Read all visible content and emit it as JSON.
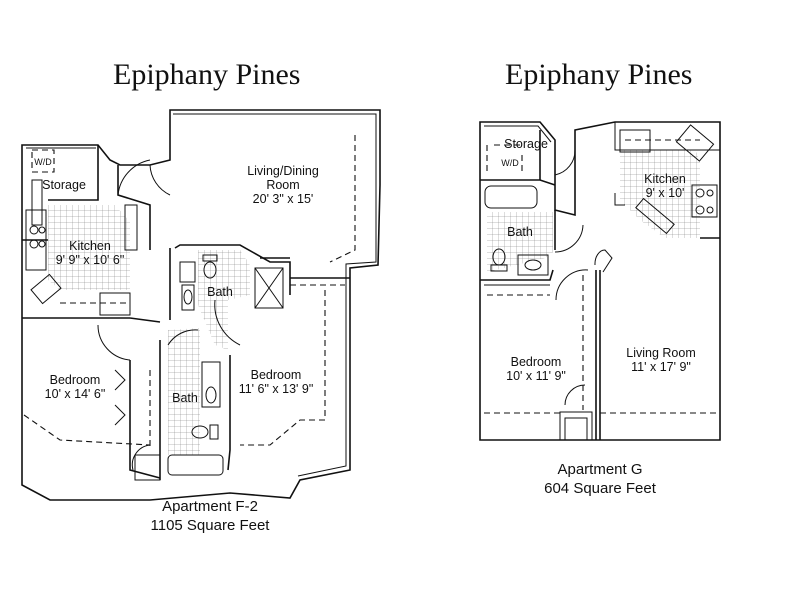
{
  "plans": [
    {
      "title": "Epiphany Pines",
      "apartment": "Apartment F-2",
      "area": "1105 Square Feet",
      "rooms": {
        "living_name": "Living/Dining",
        "living_name2": "Room",
        "living_dim": "20' 3\" x 15'",
        "storage": "Storage",
        "wd": "W/D",
        "kitchen": "Kitchen",
        "kitchen_dim": "9' 9\" x 10' 6\"",
        "bath1": "Bath",
        "bath2": "Bath",
        "bedroom1": "Bedroom",
        "bedroom1_dim": "10' x 14' 6\"",
        "bedroom2": "Bedroom",
        "bedroom2_dim": "11' 6\" x 13' 9\""
      }
    },
    {
      "title": "Epiphany Pines",
      "apartment": "Apartment G",
      "area": "604 Square Feet",
      "rooms": {
        "storage": "Storage",
        "wd": "W/D",
        "kitchen": "Kitchen",
        "kitchen_dim": "9' x 10'",
        "bath": "Bath",
        "bedroom": "Bedroom",
        "bedroom_dim": "10' x 11' 9\"",
        "living": "Living Room",
        "living_dim": "11' x 17' 9\""
      }
    }
  ]
}
